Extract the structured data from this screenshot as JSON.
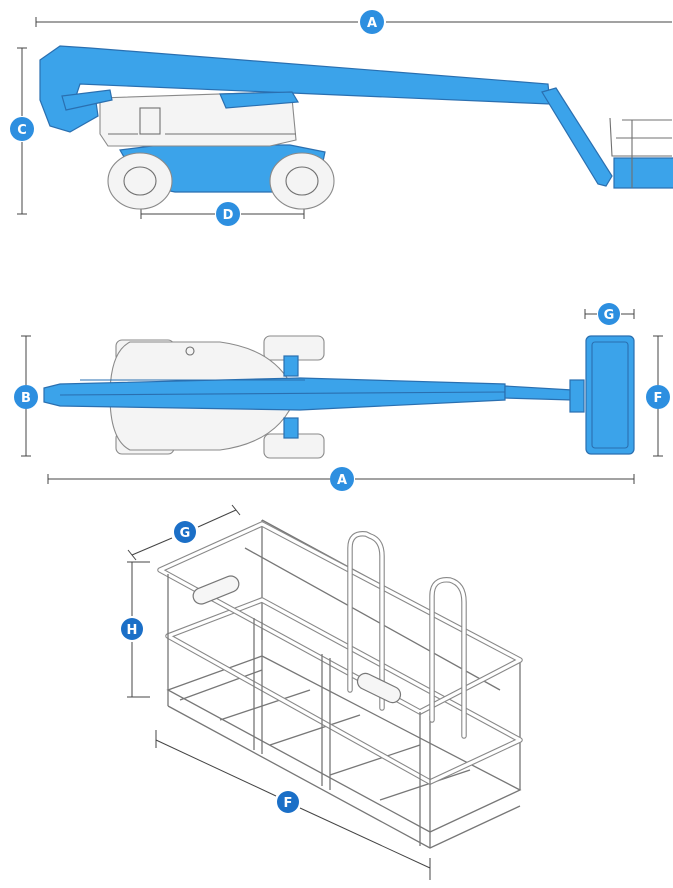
{
  "colors": {
    "boom_blue": "#3ba3ea",
    "badge_blue": "#2d8fe0",
    "badge_dark": "#1b6fc7"
  },
  "labels": {
    "side_overall_length": "A",
    "side_stowed_height": "C",
    "side_wheelbase": "D",
    "top_overall_length": "A",
    "top_overall_width": "B",
    "top_platform_depth": "G",
    "top_platform_length": "F",
    "platform_depth": "G",
    "platform_height": "H",
    "platform_length": "F"
  }
}
